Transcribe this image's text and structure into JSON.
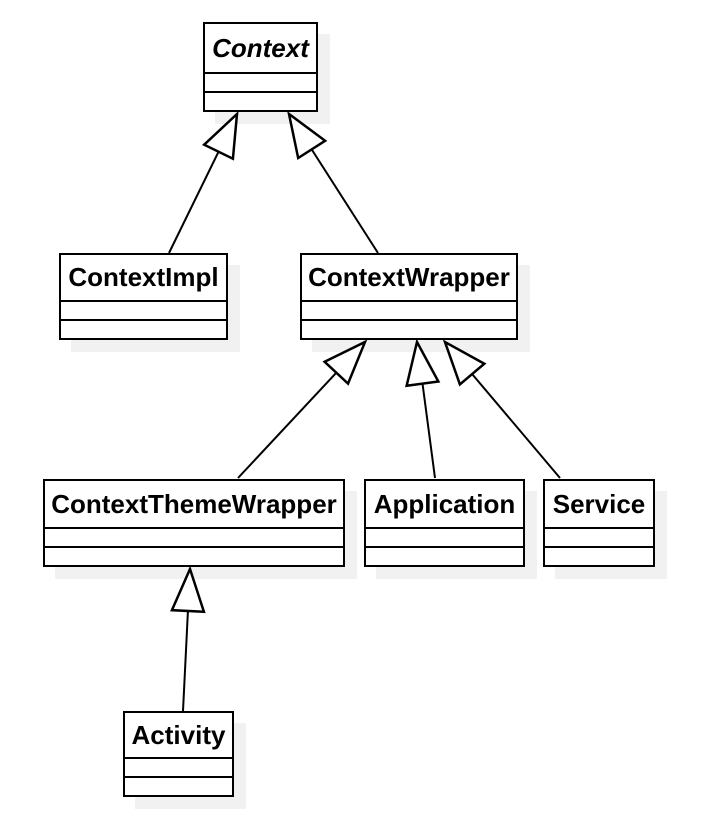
{
  "diagram": {
    "type": "uml-class-diagram",
    "classes": [
      {
        "name": "Context",
        "abstract": true,
        "attributes": "",
        "methods": ""
      },
      {
        "name": "ContextImpl",
        "abstract": false,
        "attributes": "",
        "methods": ""
      },
      {
        "name": "ContextWrapper",
        "abstract": false,
        "attributes": "",
        "methods": ""
      },
      {
        "name": "ContextThemeWrapper",
        "abstract": false,
        "attributes": "",
        "methods": ""
      },
      {
        "name": "Application",
        "abstract": false,
        "attributes": "",
        "methods": ""
      },
      {
        "name": "Service",
        "abstract": false,
        "attributes": "",
        "methods": ""
      },
      {
        "name": "Activity",
        "abstract": false,
        "attributes": "",
        "methods": ""
      }
    ],
    "relations": [
      {
        "from": "ContextImpl",
        "to": "Context",
        "type": "generalization"
      },
      {
        "from": "ContextWrapper",
        "to": "Context",
        "type": "generalization"
      },
      {
        "from": "ContextThemeWrapper",
        "to": "ContextWrapper",
        "type": "generalization"
      },
      {
        "from": "Application",
        "to": "ContextWrapper",
        "type": "generalization"
      },
      {
        "from": "Service",
        "to": "ContextWrapper",
        "type": "generalization"
      },
      {
        "from": "Activity",
        "to": "ContextThemeWrapper",
        "type": "generalization"
      }
    ],
    "colors": {
      "background": "#ffffff",
      "box_fill": "#ffffff",
      "border": "#000000",
      "text": "#000000",
      "shadow": "#f1f1f1"
    }
  }
}
